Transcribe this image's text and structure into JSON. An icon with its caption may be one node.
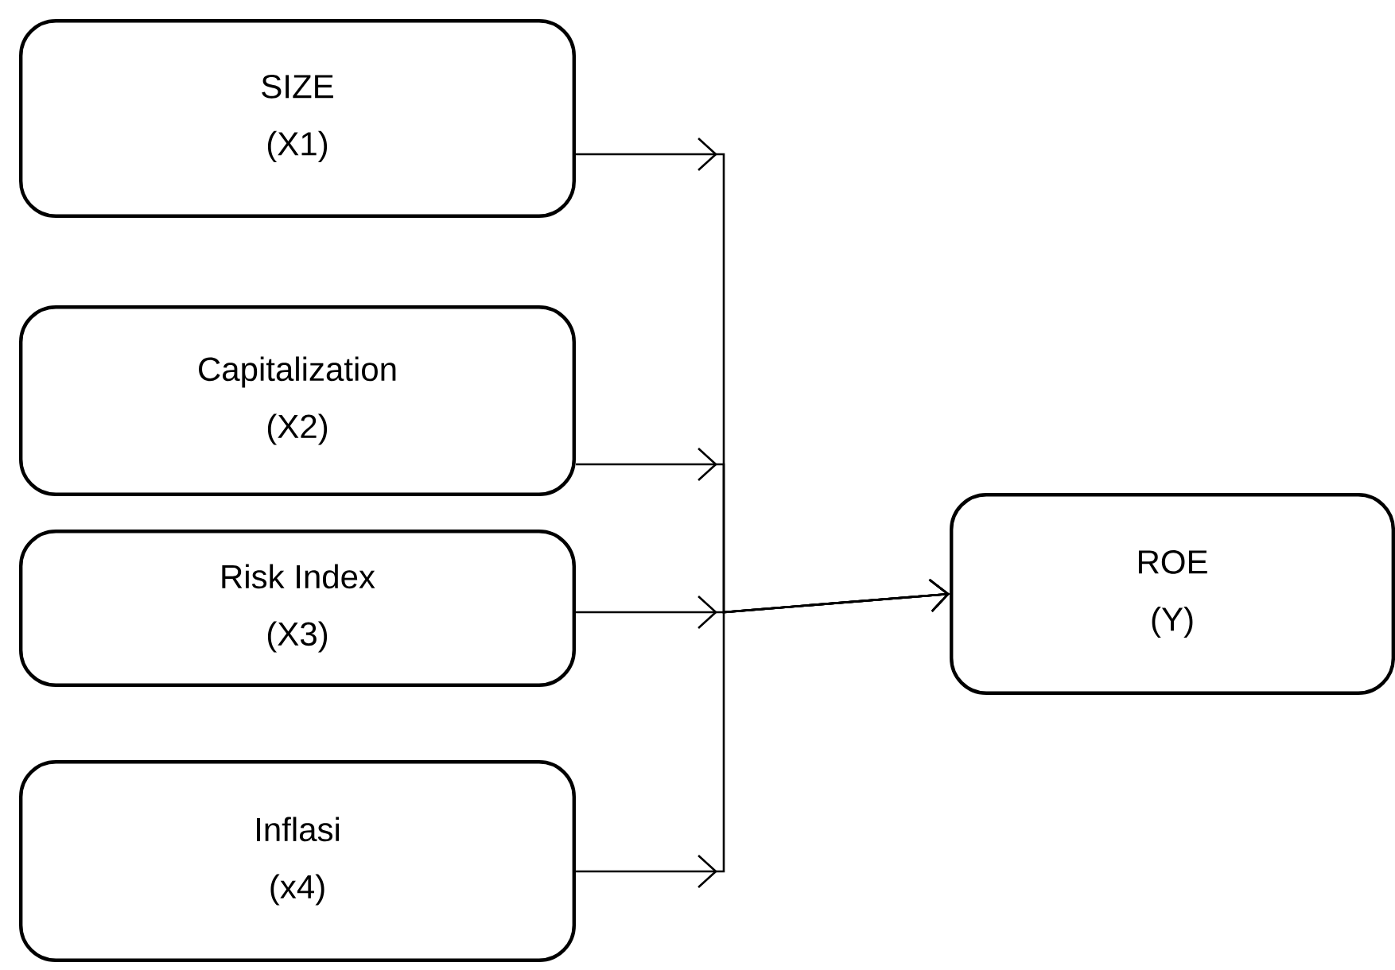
{
  "diagram": {
    "nodes": [
      {
        "text": [
          "SIZE",
          "(X1)"
        ]
      },
      {
        "text": [
          "Capitalization",
          "(X2)"
        ]
      },
      {
        "text": [
          "Risk Index",
          "(X3)"
        ]
      },
      {
        "text": [
          "Inflasi",
          "(x4)"
        ]
      },
      {
        "text": [
          "ROE",
          "(Y)"
        ]
      }
    ],
    "edges": [
      {
        "from": 0,
        "to": 4,
        "arrow": "to"
      },
      {
        "from": 1,
        "to": 4,
        "arrow": "to"
      },
      {
        "from": 2,
        "to": 4,
        "arrow": "to"
      },
      {
        "from": 3,
        "to": 4,
        "arrow": "to"
      }
    ]
  }
}
